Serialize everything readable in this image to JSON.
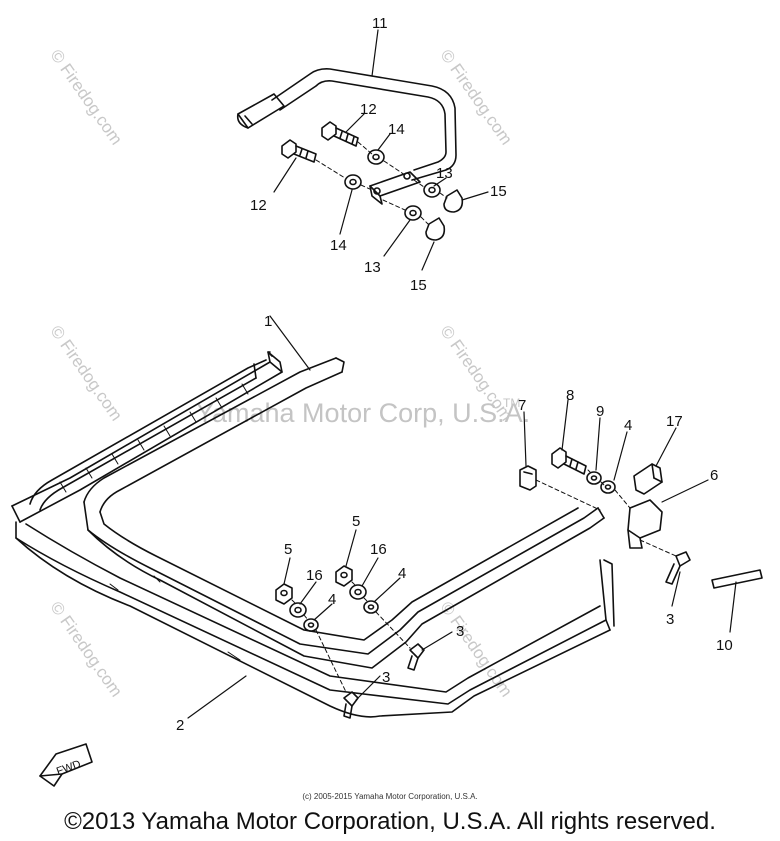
{
  "watermark": {
    "brand": "© Firedog.com",
    "company": "Yamaha Motor Corp, U.S.A.",
    "tm": "TM"
  },
  "callouts": {
    "p1": "1",
    "p2": "2",
    "p3": "3",
    "p4": "4",
    "p5": "5",
    "p6": "6",
    "p7": "7",
    "p8": "8",
    "p9": "9",
    "p10": "10",
    "p11": "11",
    "p12": "12",
    "p13": "13",
    "p14": "14",
    "p15": "15",
    "p16": "16",
    "p17": "17"
  },
  "fwd_label": "FWD",
  "copyright_small": "(c) 2005-2015 Yamaha Motor Corporation, U.S.A.",
  "copyright_main": "©2013 Yamaha Motor Corporation, U.S.A. All rights reserved.",
  "line_color": "#111111"
}
